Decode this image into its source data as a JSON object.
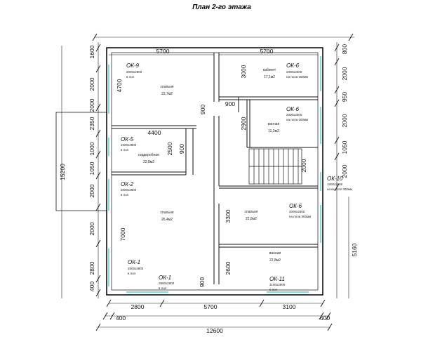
{
  "title": "План 2-го этажа",
  "top_dims": [
    "5700",
    "5700"
  ],
  "bottom_dims": [
    "2800",
    "5700",
    "3100"
  ],
  "bottom_outer": [
    "400",
    "600"
  ],
  "total_width": "12600",
  "left_total": "15200",
  "left_dims": [
    "1600",
    "2000",
    "2000",
    "2350",
    "1000",
    "1050",
    "2000",
    "2000",
    "2800",
    "400"
  ],
  "right_dims": [
    "800",
    "2000",
    "950",
    "2000",
    "1050",
    "2000"
  ],
  "right_extra": "5160",
  "inner_dims": {
    "d4700": "4700",
    "d3000": "3000",
    "d900a": "900",
    "d900b": "900",
    "d2900": "2900",
    "d4400": "4400",
    "d2500": "2500",
    "d900c": "900",
    "d2000": "2000",
    "d7000": "7000",
    "d3300": "3300",
    "d2600": "2600",
    "d900d": "900"
  },
  "windows": [
    {
      "label": "ОК-9",
      "size": "2000x2800",
      "note": "в пол"
    },
    {
      "label": "ОК-6",
      "size": "2000x2000",
      "note": "на пола 300мм"
    },
    {
      "label": "ОК-6",
      "size": "2000x2000",
      "note": "на пола 300мм"
    },
    {
      "label": "ОК-5",
      "size": "1000x2800",
      "note": "в пол"
    },
    {
      "label": "ОК-2",
      "size": "2000x2800",
      "note": "в пол"
    },
    {
      "label": "ОК-10",
      "size": "1000x2800",
      "note": "на высоте 300мм"
    },
    {
      "label": "ОК-6",
      "size": "2000x2000",
      "note": "на пола 300мм"
    },
    {
      "label": "ОК-1",
      "size": "2800x2800",
      "note": "в пол"
    },
    {
      "label": "ОК-1",
      "size": "2800x2800",
      "note": "в пол"
    },
    {
      "label": "ОК-11",
      "size": "3100x2800",
      "note": "в пол"
    }
  ],
  "rooms": [
    {
      "name": "спальня",
      "area": "23,7м2"
    },
    {
      "name": "кабинет",
      "area": "17,1м2"
    },
    {
      "name": "ванная",
      "area": "11,3м2"
    },
    {
      "name": "гардеробная",
      "area": "22,8м2"
    },
    {
      "name": "спальня",
      "area": "26,4м2"
    },
    {
      "name": "спальня",
      "area": "22,8м2"
    },
    {
      "name": "ванная",
      "area": "22,8м2"
    }
  ]
}
